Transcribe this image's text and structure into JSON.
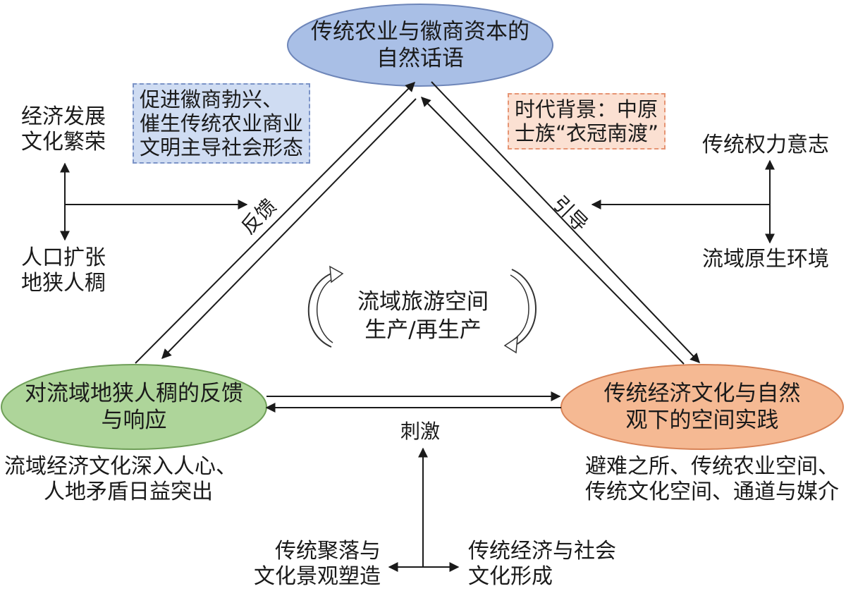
{
  "nodes": {
    "top": {
      "line1": "传统农业与徽商资本的",
      "line2": "自然话语",
      "fill": "#a9bfe6",
      "stroke": "#6e86b9"
    },
    "left": {
      "line1": "对流域地狭人稠的反馈",
      "line2": "与响应",
      "fill": "#aed59a",
      "stroke": "#6f9f58"
    },
    "right": {
      "line1": "传统经济文化与自然",
      "line2": "观下的空间实践",
      "fill": "#f5b993",
      "stroke": "#d88458"
    }
  },
  "center": {
    "line1": "流域旅游空间",
    "line2": "生产/再生产"
  },
  "boxes": {
    "blue": {
      "line1": "促进徽商勃兴、",
      "line2": "催生传统农业商业",
      "line3": "文明主导社会形态"
    },
    "orange": {
      "line1": "时代背景：中原",
      "line2": "士族“衣冠南渡”"
    }
  },
  "edge_labels": {
    "feedback": "反馈",
    "guide": "引导",
    "stimulus": "刺激"
  },
  "left_factors": {
    "top": {
      "line1": "经济发展",
      "line2": "文化繁荣"
    },
    "bottom": {
      "line1": "人口扩张",
      "line2": "地狭人稠"
    }
  },
  "right_factors": {
    "top": "传统权力意志",
    "bottom": "流域原生环境"
  },
  "left_caption": {
    "line1": "流域经济文化深入人心、",
    "line2": "人地矛盾日益突出"
  },
  "right_caption": {
    "line1": "避难之所、传统农业空间、",
    "line2": "传统文化空间、通道与媒介"
  },
  "bottom_factors": {
    "left": {
      "line1": "传统聚落与",
      "line2": "文化景观塑造"
    },
    "right": {
      "line1": "传统经济与社会",
      "line2": "文化形成"
    }
  }
}
